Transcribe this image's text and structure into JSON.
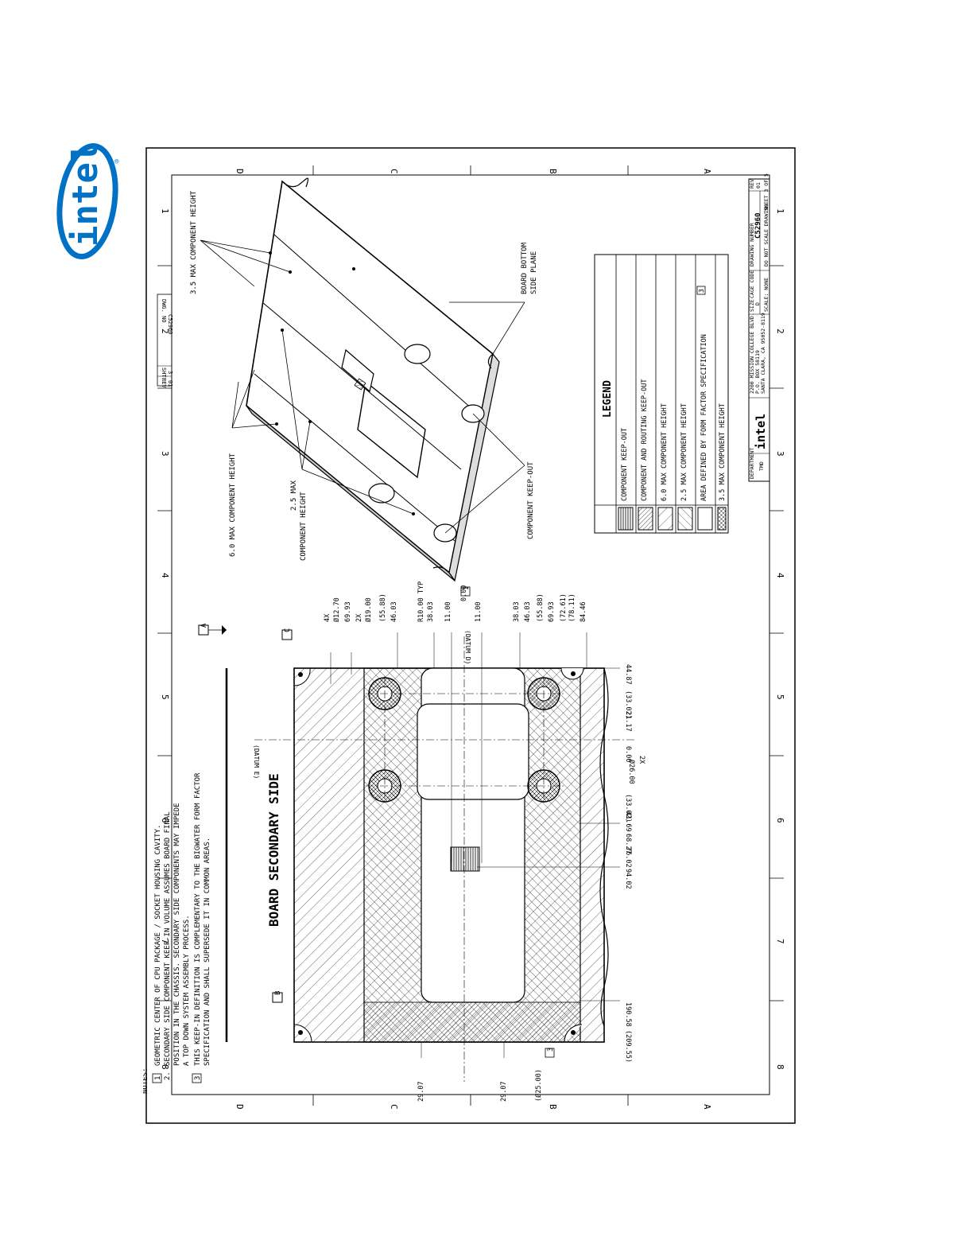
{
  "logo": {
    "text": "intel",
    "reg": "®",
    "color": "#0071c5"
  },
  "drawing": {
    "view_title": "BOARD SECONDARY SIDE",
    "zone_letters": [
      "D",
      "C",
      "B",
      "A"
    ],
    "zone_numbers": [
      "8",
      "7",
      "6",
      "5",
      "4",
      "3",
      "2",
      "1"
    ],
    "datum_labels": {
      "a": "A",
      "b": "B",
      "c": "C",
      "e": "(DATUM E)",
      "d": "(DATUM D)"
    },
    "hole_callouts": [
      "4X",
      "Ø12.70",
      "2X",
      "Ø19.00",
      "2X",
      "Ø26.00"
    ],
    "dims_left": [
      "69.93",
      "(55.88)",
      "46.03",
      "R10.00 TYP",
      "38.03",
      "11.00",
      "0.00",
      "11.00",
      "38.03",
      "46.03",
      "(55.88)",
      "69.93",
      "(72.61)",
      "(78.11)",
      "84.46"
    ],
    "dims_bottom": [
      "44.87",
      "(33.02)",
      "21.17",
      "0.00",
      "(33.02)",
      "41.69",
      "68.27",
      "76.02",
      "94.02",
      "190.58",
      "(209.55)"
    ],
    "dims_top": [
      "29.07",
      "29.07",
      "(Ø25.00)"
    ],
    "note_refs": [
      "1",
      "3"
    ],
    "notes_header": "NOTES:",
    "notes": [
      "GEOMETRIC CENTER OF CPU PACKAGE  / SOCKET HOUSING CAVITY.",
      "SECONDARY SIDE COMPONENT KEEP-IN VOLUME ASSUMES BOARD FINAL",
      "POSITION IN THE CHASSIS. SECONDARY SIDE COMPONENTS MAY IMPEDE",
      "A TOP DOWN SYSTEM ASSEMBLY PROCESS.",
      "THIS KEEP-IN DEFINITION IS COMPLEMENTARY TO THE BIGWATER FORM FACTOR",
      "SPECIFICATION AND SHALL SUPERSEDE IT IN COMMON AREAS."
    ],
    "note_numbers": [
      "1",
      "2.",
      "3"
    ],
    "iso_labels": {
      "max35": "3.5 MAX COMPONENT HEIGHT",
      "max60": "6.0 MAX COMPONENT HEIGHT",
      "max25a": "2.5 MAX",
      "max25b": "COMPONENT HEIGHT",
      "keepout": "COMPONENT KEEP-OUT",
      "bottom1": "BOARD BOTTOM",
      "bottom2": "SIDE PLANE"
    },
    "legend": {
      "title": "LEGEND",
      "items": [
        "COMPONENT KEEP-OUT",
        "COMPONENT AND ROUTING KEEP-OUT",
        "6.0 MAX COMPONENT HEIGHT",
        "2.5 MAX COMPONENT HEIGHT",
        "AREA DEFINED BY FORM FACTOR SPECIFICATION",
        "3.5 MAX COMPONENT HEIGHT"
      ],
      "ref": "3"
    },
    "title_block": {
      "department_label": "DEPARTMENT",
      "department": "TMD",
      "address": [
        "2200 MISSION COLLEGE BLVD.",
        "P.O. BOX 58119",
        "SANTA CLARA, CA 95052-8119"
      ],
      "size_label": "SIZE",
      "size": "D",
      "cage_label": "CAGE CODE",
      "drawing_number_label": "DRAWING NUMBER",
      "drawing_number": "C52960",
      "rev_label": "REV",
      "rev": "01",
      "scale": "SCALE: NONE",
      "do_not_scale": "DO NOT SCALE DRAWING",
      "sheet": "SHEET 3 OF 5",
      "logo": "intel"
    },
    "corner_block": {
      "dwg_no_label": "DWG. NO",
      "dwg_no": "C52960",
      "sht_label": "SHT.",
      "sht": "3",
      "rev_label": "REV",
      "rev": "01"
    }
  }
}
